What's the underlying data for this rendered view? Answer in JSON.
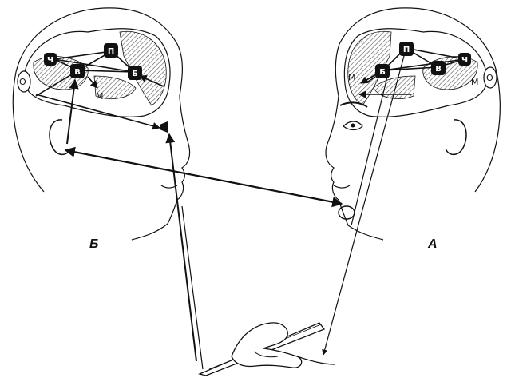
{
  "heads": {
    "left": {
      "caption": "Б",
      "nodes": {
        "p": "П",
        "ch": "Ч",
        "v": "В",
        "b": "Б",
        "m": "М",
        "o": "О"
      }
    },
    "right": {
      "caption": "А",
      "nodes": {
        "p": "П",
        "ch": "Ч",
        "v": "В",
        "b": "Б",
        "m1": "М",
        "m2": "М",
        "o": "О"
      }
    }
  },
  "colors": {
    "ink": "#111111",
    "hatch": "#555555",
    "paper": "#ffffff"
  }
}
